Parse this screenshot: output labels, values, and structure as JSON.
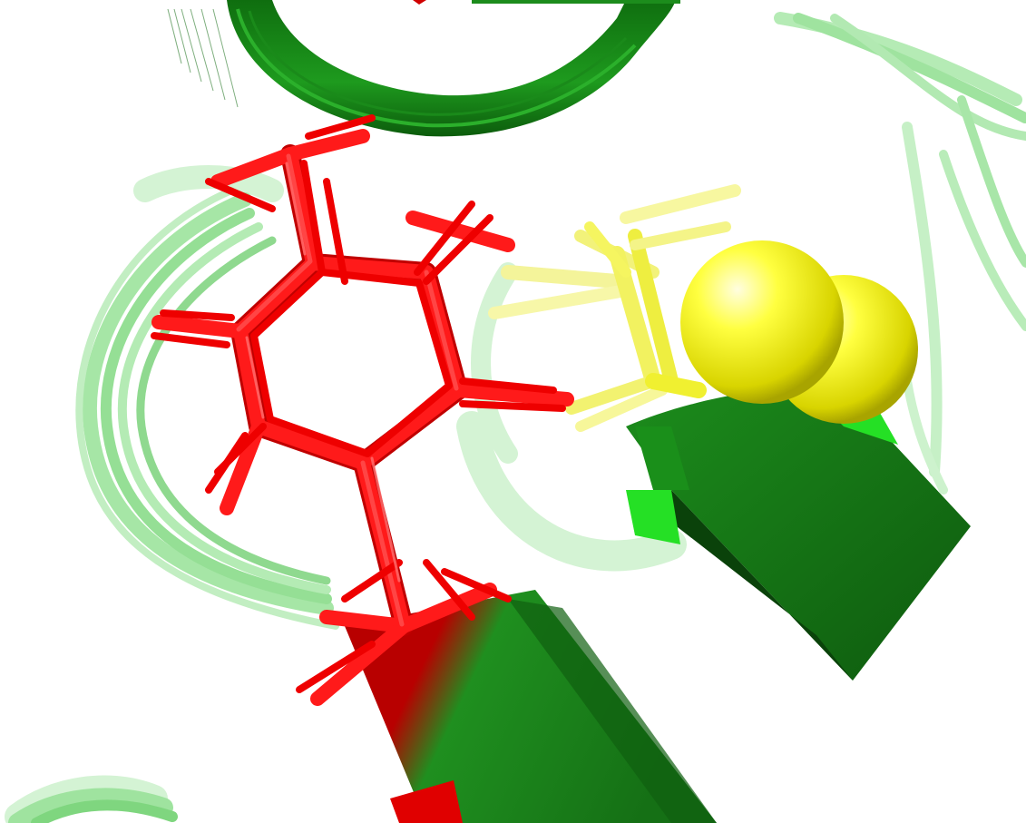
{
  "viewer": {
    "background": "#ffffff"
  },
  "colors": {
    "helix_dark": "#1a7d1a",
    "helix_mid": "#26a226",
    "loop_light": "#8fe08f",
    "loop_faint": "#c8f0c8",
    "strand_dark": "#167016",
    "strand_bright": "#22e022",
    "aromatic_residue": "#ff1a1a",
    "aromatic_dark": "#b00000",
    "sulfur_residue": "#f5f520",
    "sulfur_light": "#fafa90"
  },
  "objects": {
    "helix_top": "cartoon-helix",
    "loop_bundle_left": "cartoon-loop",
    "loop_bundle_right": "cartoon-loop",
    "strand_right": "cartoon-strand",
    "strand_bottom": "cartoon-strand",
    "red_residue": "sticks",
    "yellow_residue": "sticks-and-spheres"
  }
}
